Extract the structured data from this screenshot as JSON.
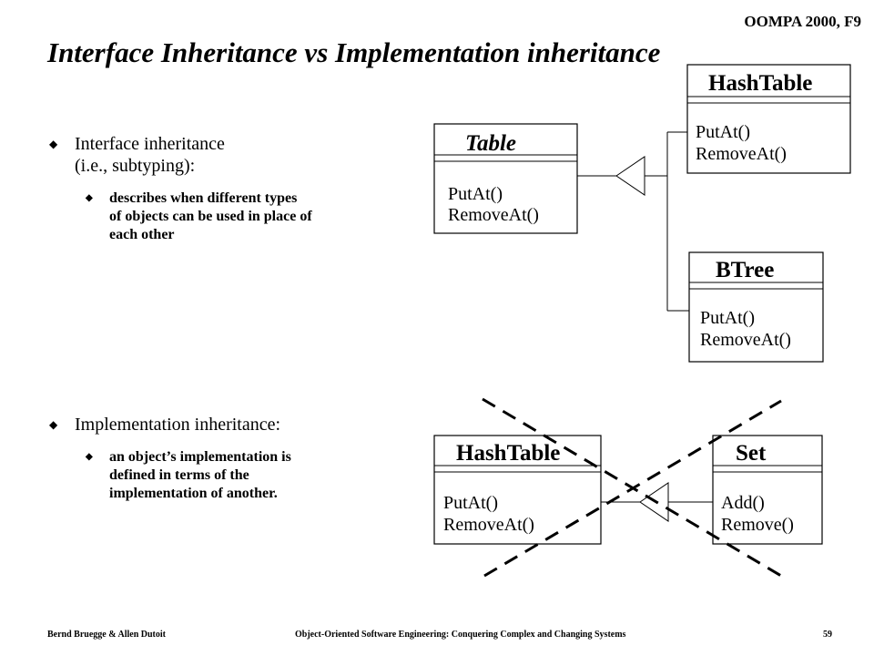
{
  "header": {
    "course": "OOMPA 2000, F9"
  },
  "title": "Interface Inheritance vs Implementation inheritance",
  "bullets": [
    {
      "text": "Interface inheritance\n(i.e., subtyping):",
      "sub": "describes when different types\nof objects can be used in place of\neach other"
    },
    {
      "text": "Implementation inheritance:",
      "sub": "an object’s implementation is\ndefined in terms of the\nimplementation of another."
    }
  ],
  "diagram_top": {
    "superclass": {
      "name": "Table",
      "ops": [
        "PutAt()",
        "RemoveAt()"
      ]
    },
    "subclasses": [
      {
        "name": "HashTable",
        "ops": [
          "PutAt()",
          "RemoveAt()"
        ]
      },
      {
        "name": "BTree",
        "ops": [
          "PutAt()",
          "RemoveAt()"
        ]
      }
    ]
  },
  "diagram_bottom": {
    "superclass": {
      "name": "HashTable",
      "ops": [
        "PutAt()",
        "RemoveAt()"
      ]
    },
    "subclass": {
      "name": "Set",
      "ops": [
        "Add()",
        "Remove()"
      ]
    }
  },
  "footer": {
    "authors": "Bernd Bruegge & Allen Dutoit",
    "book": "Object-Oriented Software Engineering: Conquering Complex and Changing Systems",
    "page": "59"
  }
}
